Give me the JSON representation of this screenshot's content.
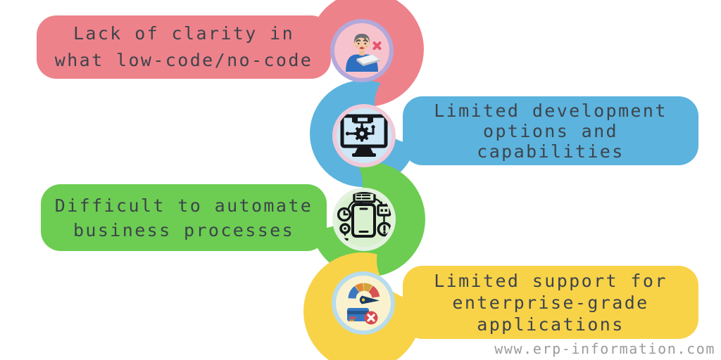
{
  "items": [
    {
      "label_lines": [
        "Lack of clarity in",
        "what low-code/no-code"
      ],
      "color": "#ee828b",
      "side": "left",
      "icon": "confused-user-icon"
    },
    {
      "label_lines": [
        "Limited development",
        "options and",
        "capabilities"
      ],
      "color": "#5cb3de",
      "side": "right",
      "icon": "computer-flowchart-icon"
    },
    {
      "label_lines": [
        "Difficult to automate",
        "business processes"
      ],
      "color": "#6ccd52",
      "side": "left",
      "icon": "mobile-automation-icon"
    },
    {
      "label_lines": [
        "Limited support for",
        "enterprise-grade",
        "applications"
      ],
      "color": "#f8d348",
      "side": "right",
      "icon": "performance-gauge-icon"
    }
  ],
  "badges": [
    {
      "ring": "#b3a8db",
      "fill": "#f6c3cd"
    },
    {
      "ring": "#f0cad9",
      "fill": "#cde7f6"
    },
    {
      "ring": "#e3f2de",
      "fill": "#d9f0cf"
    },
    {
      "ring": "#b7dcee",
      "fill": "#faf2cf"
    }
  ],
  "palette": {
    "background": "#ffffff",
    "text": "#3d444b"
  },
  "watermark": {
    "text": "www.erp-information.com",
    "color": "#9b9b9b"
  }
}
